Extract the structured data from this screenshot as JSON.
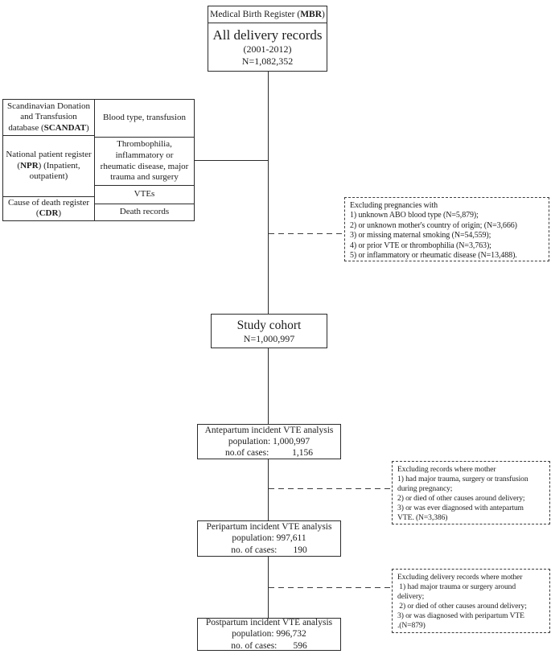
{
  "diagram": {
    "mbr": {
      "pre": "Medical Birth Register (",
      "bold": "MBR",
      "post": ")"
    },
    "delivery": {
      "title": "All delivery records",
      "years": "(2001-2012)",
      "n": "N=1,082,352"
    },
    "registers_table": {
      "scandat": {
        "pre": "Scandinavian Donation and Transfusion database (",
        "bold": "SCANDAT",
        "post": ")"
      },
      "npr": {
        "pre": "National patient register (",
        "bold": "NPR",
        "post": ") (Inpatient, outpatient)"
      },
      "cdr": {
        "pre": "Cause of death register (",
        "bold": "CDR",
        "post": ")"
      },
      "blood": "Blood type, transfusion",
      "thrombo": "Thrombophilia, inflammatory or rheumatic disease, major trauma and surgery",
      "vtes": "VTEs",
      "death": "Death records"
    },
    "exclusion1": {
      "l1": "Excluding pregnancies with",
      "l2": "1) unknown ABO blood type (N=5,879);",
      "l3": "2) or unknown mother's country of origin; (N=3,666)",
      "l4": "3) or missing maternal smoking (N=54,559);",
      "l5": "4) or prior VTE or thrombophilia (N=3,763);",
      "l6": "5) or inflammatory or rheumatic disease (N=13,488)."
    },
    "cohort": {
      "title": "Study cohort",
      "n": "N=1,000,997"
    },
    "antepartum": {
      "title": "Antepartum incident VTE analysis",
      "pop": "population: 1,000,997",
      "cases": "no.of cases:          1,156"
    },
    "exclusion2": {
      "l1": "Excluding records where mother",
      "l2": "1) had major trauma, surgery or transfusion",
      "l3": "during pregnancy;",
      "l4": "2) or died of other causes around delivery;",
      "l5": "3) or was ever diagnosed with antepartum",
      "l6": "VTE. (N=3,386)"
    },
    "peripartum": {
      "title": "Peripartum incident VTE analysis",
      "pop": "population: 997,611",
      "cases": "no. of cases:       190"
    },
    "exclusion3": {
      "l1": "Excluding delivery records where mother",
      "l2": " 1) had major trauma or surgery around",
      "l3": "delivery;",
      "l4": " 2) or died of other causes around delivery;",
      "l5": "3) or was diagnosed with peripartum VTE",
      "l6": ".(N=879)"
    }
  }
}
